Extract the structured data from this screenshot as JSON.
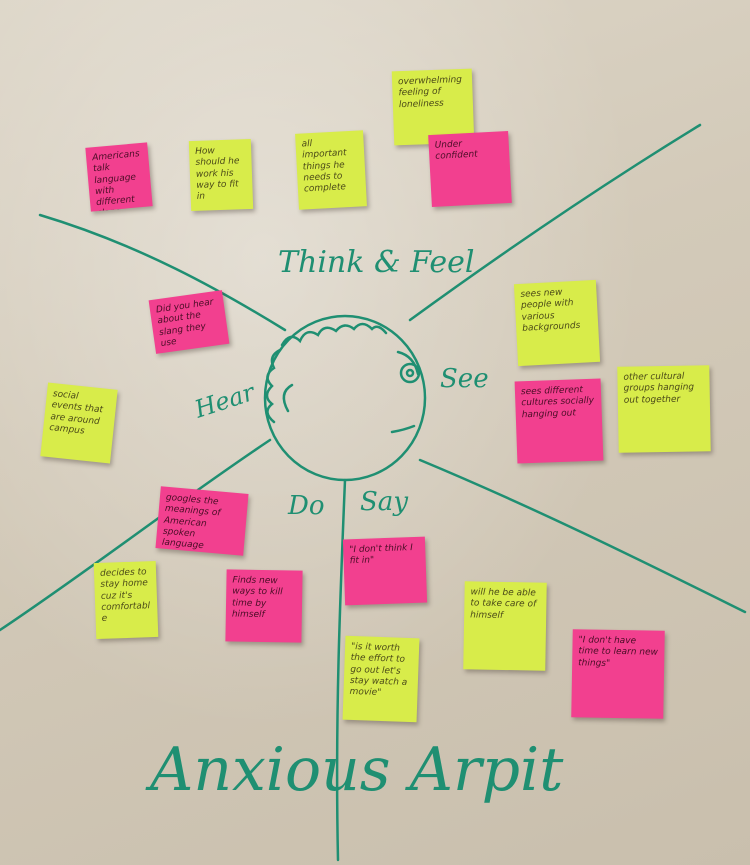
{
  "board": {
    "title": "Anxious Arpit",
    "quadrant_think_feel": "Think & Feel",
    "quadrant_see": "See",
    "quadrant_hear": "Hear",
    "quadrant_do": "Do",
    "quadrant_say": "Say"
  },
  "colors": {
    "marker": "#1f8f72",
    "pink_note": "#f2408f",
    "yellow_note": "#d8ec4a"
  },
  "notes": {
    "n1": "Americans talk language with different slang",
    "n2": "How should he work his way to fit in",
    "n3": "all important things he needs to complete",
    "n4": "overwhelming feeling of loneliness",
    "n5": "Under confident",
    "n6": "Did you hear about the slang they use",
    "n7": "sees new people with various backgrounds",
    "n8": "other cultural groups hanging out together",
    "n9": "social events that are around campus",
    "n10": "sees different cultures socially hanging out",
    "n11": "googles the meanings of American spoken language",
    "n12": "\"I don't think I fit in\"",
    "n13": "decides to stay home cuz it's comfortable",
    "n14": "Finds new ways to kill time by himself",
    "n15": "will he be able to take care of himself",
    "n16": "\"is it worth the effort to go out let's stay watch a movie\"",
    "n17": "\"I don't have time to learn new things\""
  }
}
